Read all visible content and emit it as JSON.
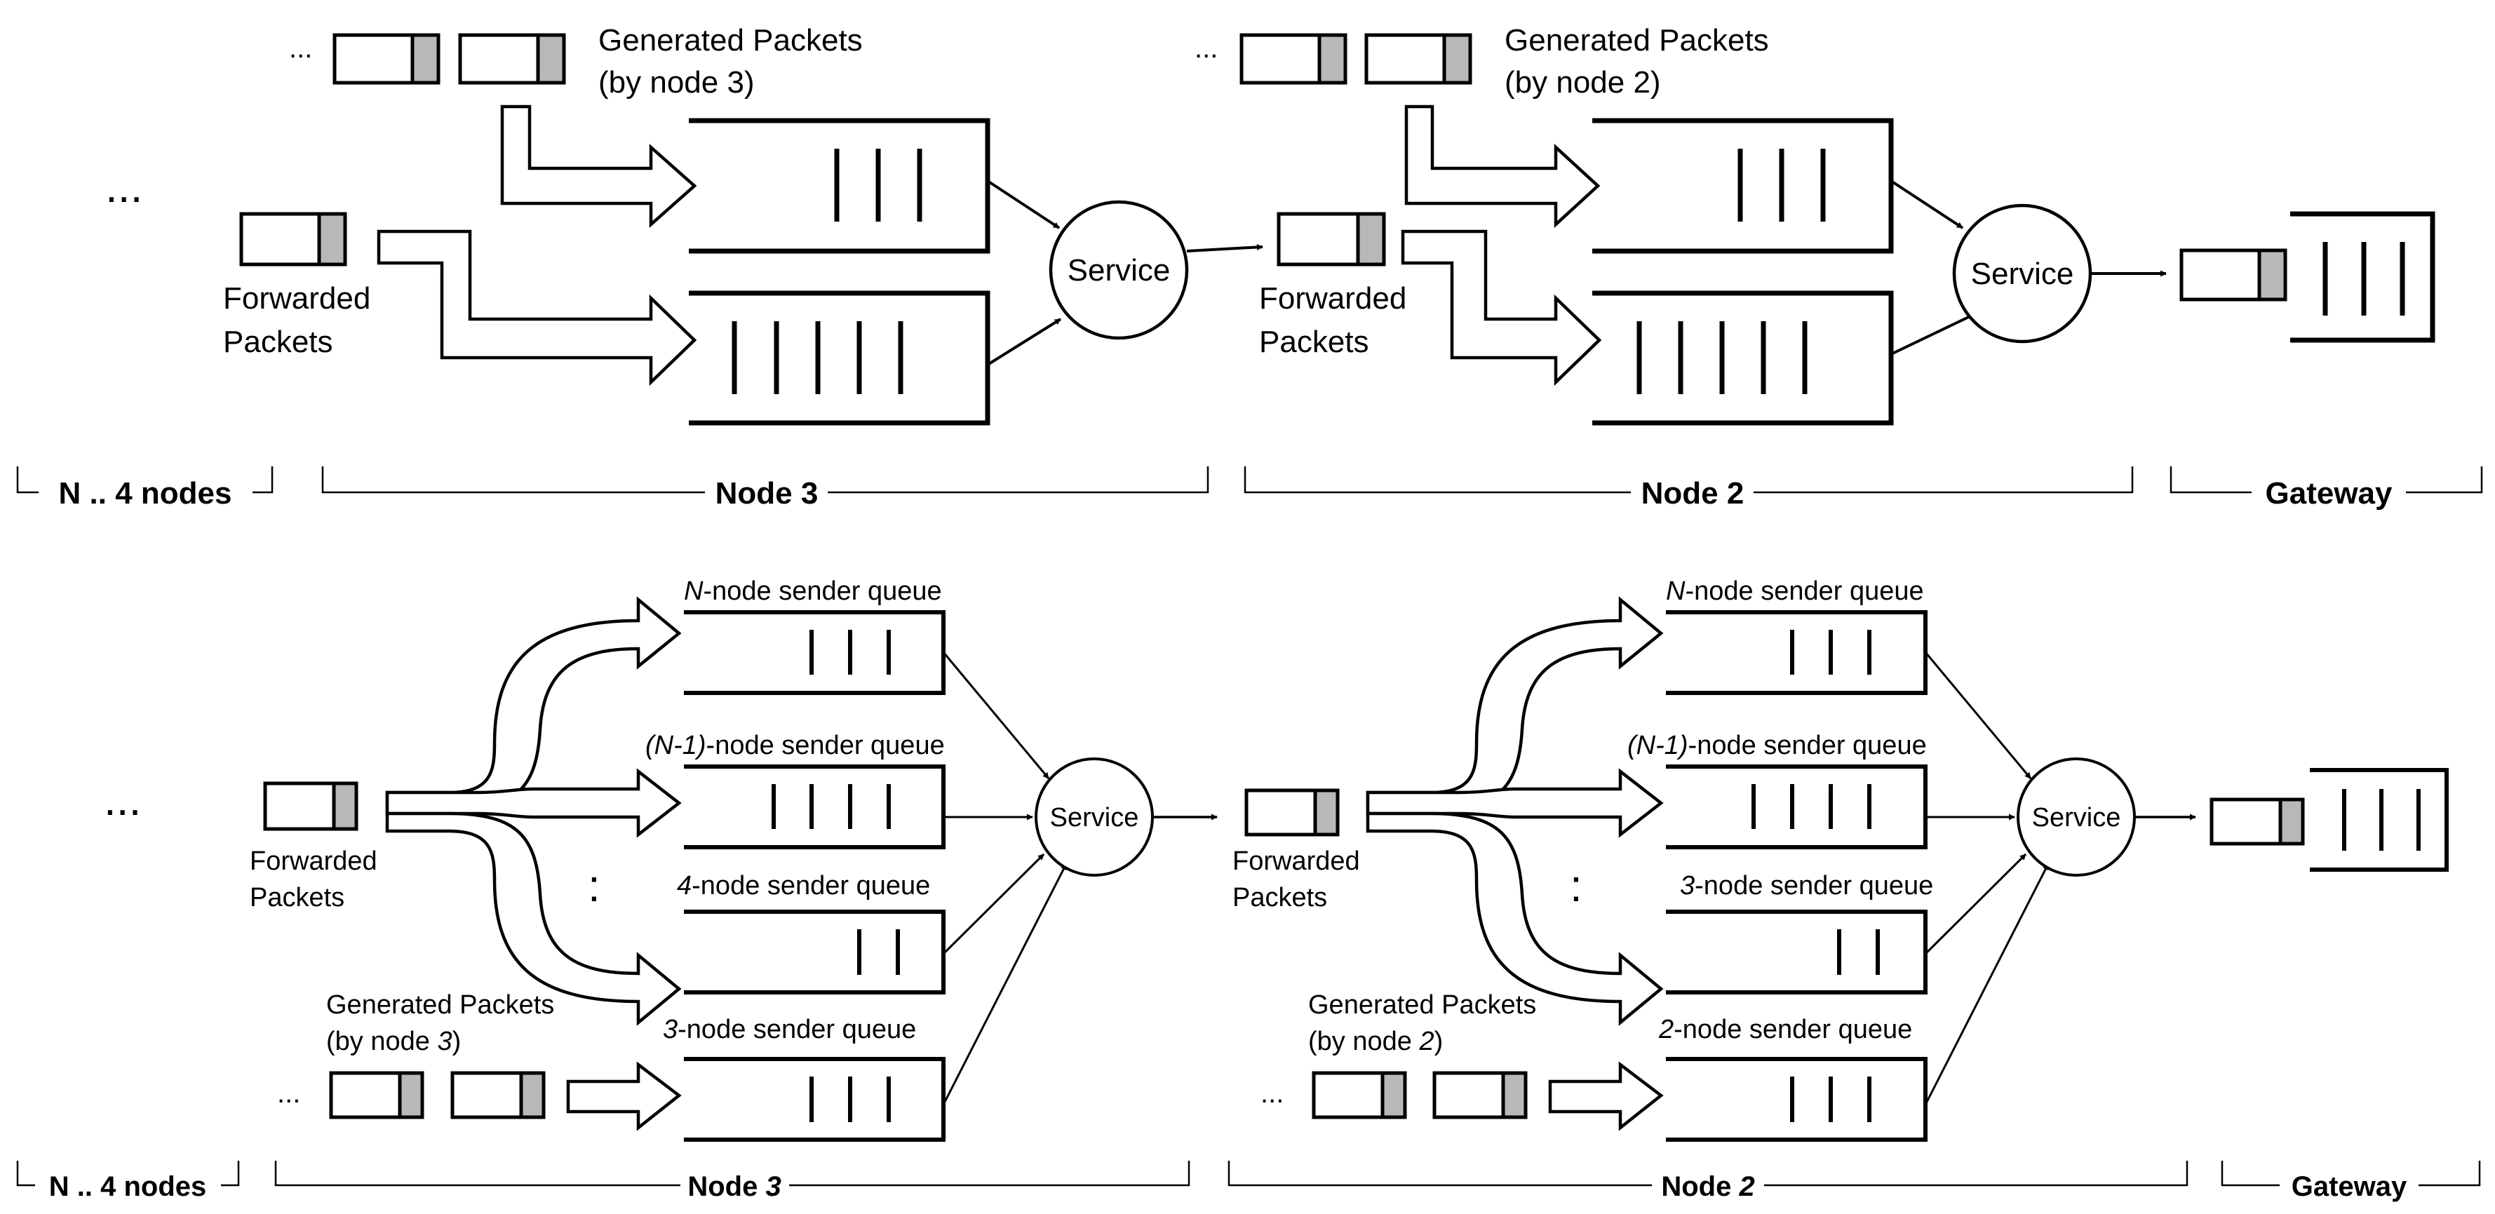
{
  "top": {
    "generated_node3": [
      "Generated Packets",
      "(by node 3)"
    ],
    "generated_node2": [
      "Generated Packets",
      "(by node 2)"
    ],
    "forwarded": [
      "Forwarded",
      "Packets"
    ],
    "service": "Service",
    "ellipsis": "...",
    "small_ellipsis": "...",
    "brackets": {
      "n4": "N .. 4 nodes",
      "node3": "Node 3",
      "node2": "Node 2",
      "gateway": "Gateway"
    }
  },
  "bottom": {
    "left_queues": {
      "q1": {
        "prefix": "N",
        "suffix": "-node sender queue"
      },
      "q2": {
        "prefix": "(N-1)",
        "suffix": "-node sender queue"
      },
      "q3": {
        "prefix": "4",
        "suffix": "-node sender queue"
      },
      "q4": {
        "prefix": "3",
        "suffix": "-node sender queue"
      }
    },
    "right_queues": {
      "q1": {
        "prefix": "N",
        "suffix": "-node sender queue"
      },
      "q2": {
        "prefix": "(N-1)",
        "suffix": "-node sender queue"
      },
      "q3": {
        "prefix": "3",
        "suffix": "-node sender queue"
      },
      "q4": {
        "prefix": "2",
        "suffix": "-node sender queue"
      }
    },
    "generated_left": {
      "line1": "Generated Packets",
      "pre": "(by node ",
      "num": "3",
      "post": ")"
    },
    "generated_right": {
      "line1": "Generated Packets",
      "pre": "(by node ",
      "num": "2",
      "post": ")"
    },
    "forwarded": [
      "Forwarded",
      "Packets"
    ],
    "service": "Service",
    "vdots": ":",
    "ellipsis": "...",
    "small_ellipsis": "...",
    "brackets": {
      "n4": "N .. 4 nodes",
      "node3_pre": "Node ",
      "node3_num": "3",
      "node2_pre": "Node ",
      "node2_num": "2",
      "gateway": "Gateway"
    }
  },
  "colors": {
    "stroke": "#000000",
    "packet_tail": "#b8b8b8",
    "background": "#ffffff"
  }
}
